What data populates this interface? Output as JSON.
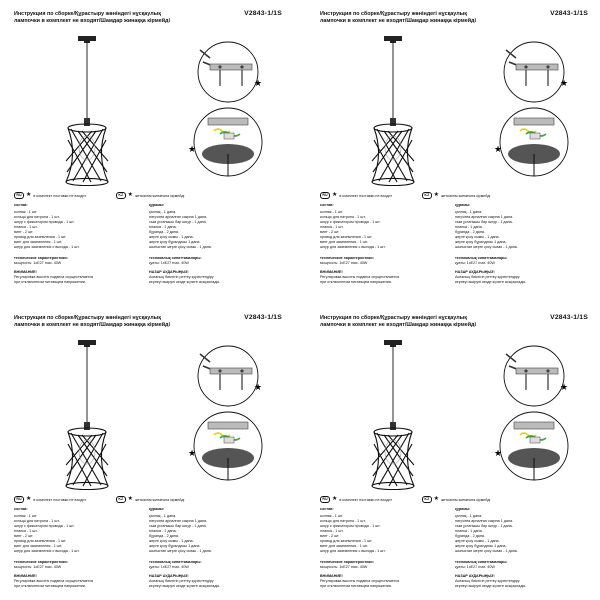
{
  "header": {
    "title": "Инструкция по сборке/Құрастыру жөніндегі нұсқаулық",
    "model": "V2843-1/1S",
    "subtitle": "лампочки в комплект не входят/Шамдар жинаққа кірмейді"
  },
  "legend": {
    "ru_badge": "RU",
    "ru_text": "в комплект поставки не входит",
    "kz_badge": "KZ",
    "kz_text": "жеткізілім жинағына кірмейді",
    "star": "★"
  },
  "ru": {
    "label": "состав:",
    "kit": [
      "колпак - 1 шт.",
      "кольцо для патрона - 1 шт.",
      "шнур с фиксатором провода - 1 шт.",
      "планка - 1 шт.",
      "винт - 2 шт.",
      "провод для заземления - 1 шт.",
      "винт для заземления - 1 шт.",
      "шнур для заземления с выхода - 1 шт."
    ],
    "tech_heading": "технические характеристики:",
    "tech_lines": [
      "мощность: 1xE27 max. 40W"
    ],
    "note_heading": "ВНИМАНИЕ!",
    "note_lines": [
      "Регулировка высоты подвеса осуществляется",
      "при отключенном питающем напряжении."
    ]
  },
  "kz": {
    "label": "құрамы:",
    "kit": [
      "қалпақ - 1 дана.",
      "патронға арналған сақина 1 дана.",
      "сым ұстағышы бар шнур - 1 дана.",
      "планка - 1 дана.",
      "бұранда - 2 дана.",
      "жерге қосу сымы - 1 дана.",
      "жерге қосу бұрандасы 1 дана.",
      "шығыстан жерге қосу сымы - 1 дана."
    ],
    "tech_heading": "техникалық сипаттамалары:",
    "tech_lines": [
      "қуаты: 1xE27 max. 40W"
    ],
    "note_heading": "НАЗАР АУДАРЫҢЫЗ!",
    "note_lines": [
      "Аспаның биіктігін реттеу қоректендіру",
      "кернеуі өшірулі кезде жүзеге асырылады."
    ]
  },
  "colors": {
    "ink": "#111111",
    "wire_yellow": "#e5d21a",
    "wire_green": "#3cab3c",
    "ceiling_plate": "#555555"
  }
}
